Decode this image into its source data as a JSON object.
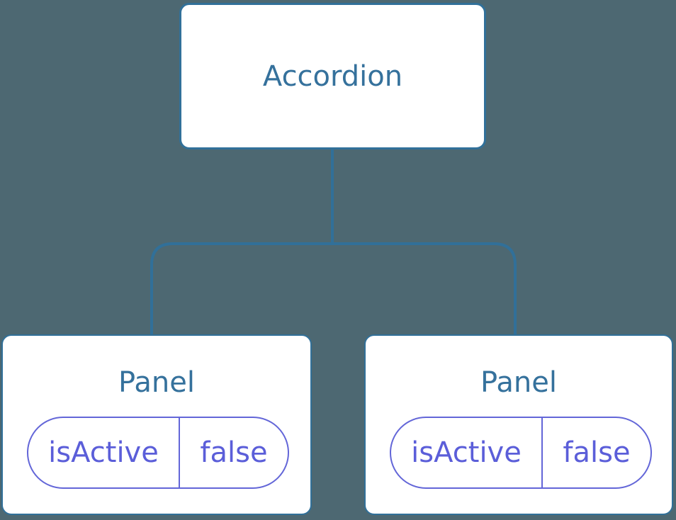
{
  "diagram": {
    "description": "Component tree diagram: Accordion root with two Panel children holding isActive state",
    "root": {
      "label": "Accordion"
    },
    "panels": [
      {
        "title": "Panel",
        "state": {
          "key": "isActive",
          "value": "false"
        }
      },
      {
        "title": "Panel",
        "state": {
          "key": "isActive",
          "value": "false"
        }
      }
    ]
  },
  "colors": {
    "background": "#4D6872",
    "connector_line": "#317099",
    "node_background": "#FFFFFF",
    "node_text": "#35719C",
    "state_pill_border": "#6366D8",
    "state_pill_text": "#5B5ED9"
  }
}
